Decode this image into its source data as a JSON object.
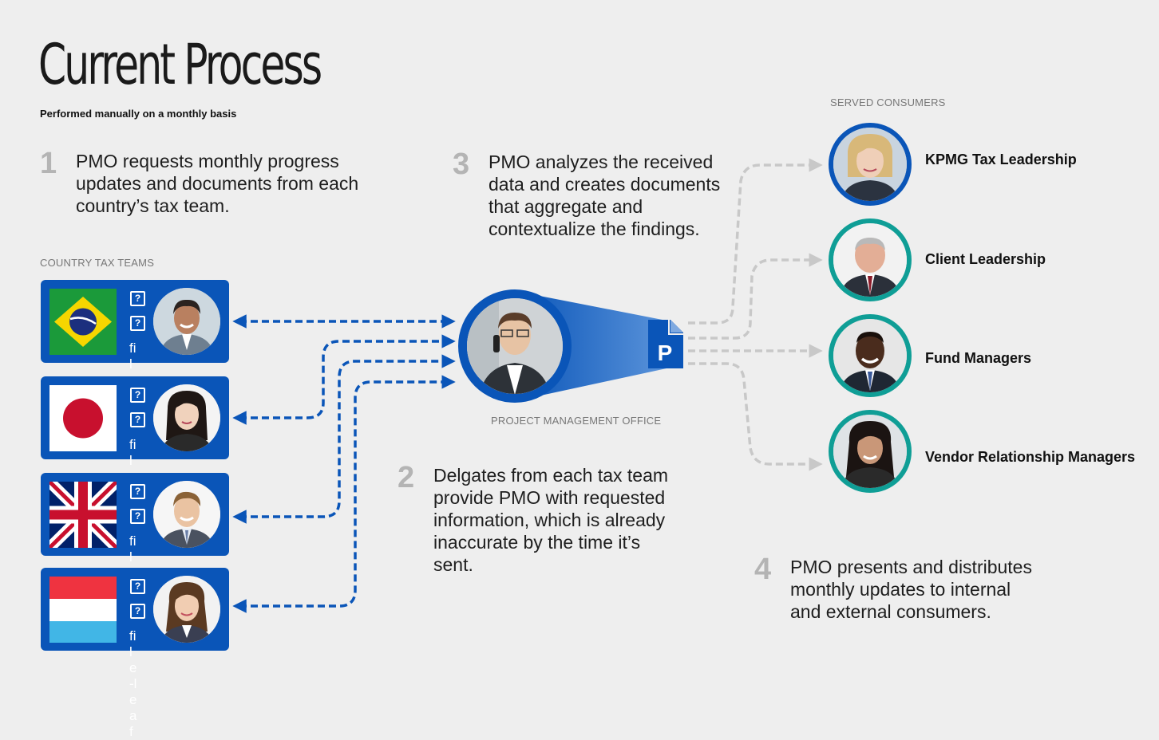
{
  "page": {
    "title": "Current Process",
    "subtitle": "Performed manually on a monthly basis"
  },
  "labels": {
    "country_teams": "COUNTRY TAX TEAMS",
    "served_consumers": "SERVED CONSUMERS",
    "pmo": "PROJECT MANAGEMENT OFFICE"
  },
  "steps": [
    {
      "number": "1",
      "text": "PMO requests monthly progress updates and documents from each country’s tax team."
    },
    {
      "number": "2",
      "text": "Delgates from each tax team provide PMO with requested information, which is already inaccurate by the time it’s sent."
    },
    {
      "number": "3",
      "text": "PMO analyzes the received data and creates documents that aggregate and contextualize the findings."
    },
    {
      "number": "4",
      "text": "PMO presents and distributes monthly updates to internal and external consumers."
    }
  ],
  "teams": [
    {
      "country": "Brazil",
      "flag_icon": "brazil-flag-icon",
      "file_text": "file"
    },
    {
      "country": "Japan",
      "flag_icon": "japan-flag-icon",
      "file_text": "file"
    },
    {
      "country": "United Kingdom",
      "flag_icon": "uk-flag-icon",
      "file_text": "file"
    },
    {
      "country": "Luxembourg",
      "flag_icon": "luxembourg-flag-icon",
      "file_text": "file-leaf"
    }
  ],
  "doc_icon_glyph": "?",
  "pmo_doc_letter": "P",
  "consumers": [
    {
      "name": "KPMG Tax Leadership",
      "ring_color": "#0a55b8"
    },
    {
      "name": "Client Leadership",
      "ring_color": "#0f9e96"
    },
    {
      "name": "Fund Managers",
      "ring_color": "#0f9e96"
    },
    {
      "name": "Vendor Relationship Managers",
      "ring_color": "#0f9e96"
    }
  ],
  "colors": {
    "brand_blue": "#0a55b8",
    "teal": "#0f9e96",
    "arrow_gray": "#c8c8c8",
    "step_number_gray": "#b4b4b4"
  }
}
